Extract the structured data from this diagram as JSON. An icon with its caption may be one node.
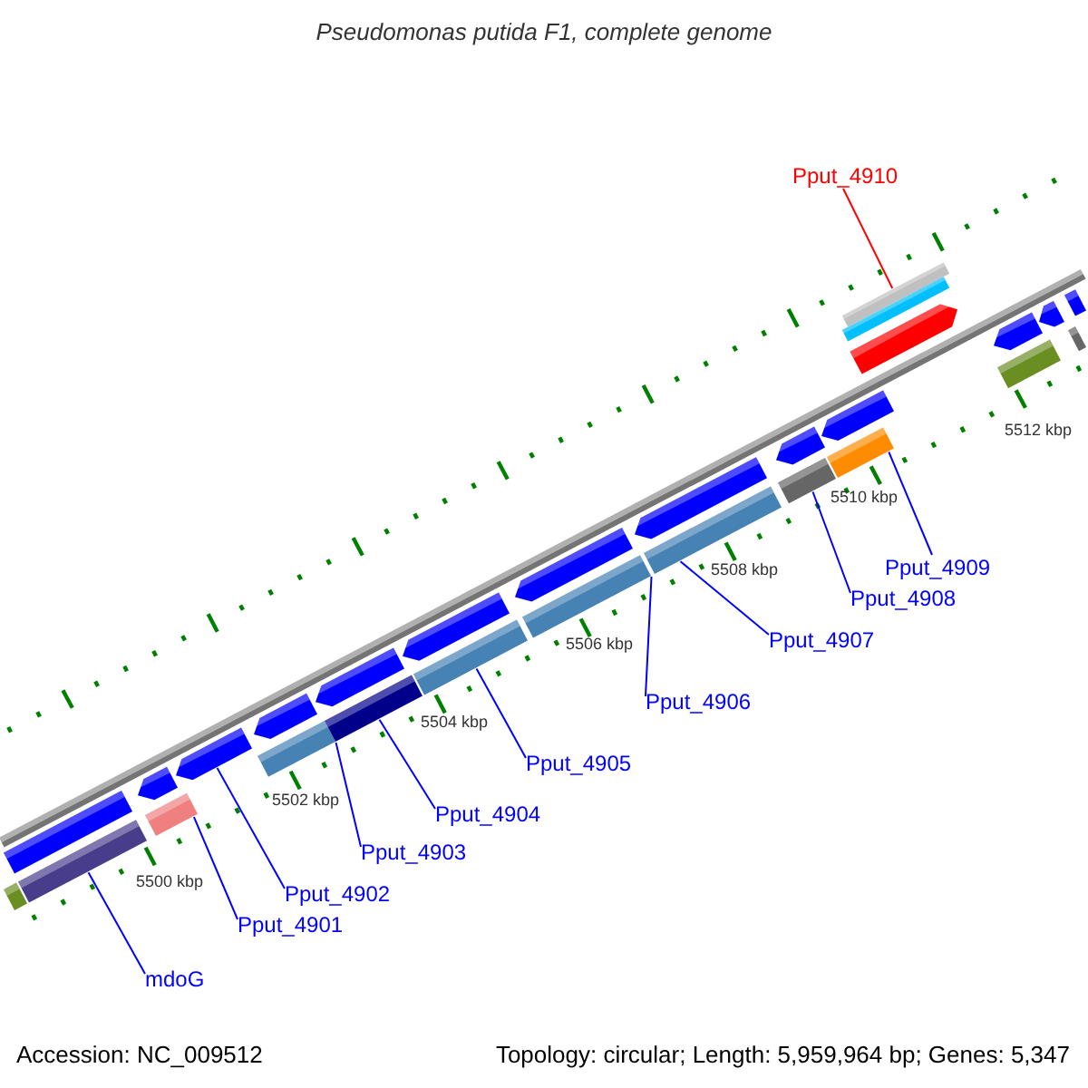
{
  "diagram": {
    "title": "Pseudomonas putida F1, complete genome",
    "nodes": [
      {
        "text": [],
        "shape": "bar"
      },
      {
        "text": [],
        "shape": "pentagon"
      },
      {
        "text": [],
        "shape": "pentagon"
      },
      {
        "text": [],
        "shape": "pentagon"
      },
      {
        "text": [],
        "shape": "pentagon"
      },
      {
        "text": [],
        "shape": "pentagon"
      },
      {
        "text": [],
        "shape": "pentagon"
      },
      {
        "text": [],
        "shape": "pentagon"
      },
      {
        "text": [],
        "shape": "pentagon"
      },
      {
        "text": [],
        "shape": "pentagon"
      },
      {
        "text": [],
        "shape": "pentagon"
      },
      {
        "text": [],
        "shape": "pentagon"
      },
      {
        "text": [],
        "shape": "bar"
      },
      {
        "text": [],
        "shape": "bar"
      },
      {
        "text": [],
        "shape": "bar"
      },
      {
        "text": [],
        "shape": "bar"
      },
      {
        "text": [],
        "shape": "bar"
      },
      {
        "text": [],
        "shape": "bar"
      },
      {
        "text": [],
        "shape": "bar"
      },
      {
        "text": [],
        "shape": "bar"
      },
      {
        "text": [],
        "shape": "bar"
      },
      {
        "text": [],
        "shape": "bar"
      },
      {
        "text": [],
        "shape": "bar"
      },
      {
        "text": [],
        "shape": "bar"
      },
      {
        "text": [],
        "shape": "bar"
      },
      {
        "text": [],
        "shape": "bar"
      },
      {
        "text": [],
        "shape": "bar"
      },
      {
        "text": [],
        "shape": "pentagon"
      },
      {
        "text": [
          "Pput_4910"
        ]
      },
      {
        "text": [
          "mdoG"
        ]
      },
      {
        "text": [
          "Pput_4901"
        ]
      },
      {
        "text": [
          "Pput_4902"
        ]
      },
      {
        "text": [
          "Pput_4903"
        ]
      },
      {
        "text": [
          "Pput_4904"
        ]
      },
      {
        "text": [
          "Pput_4905"
        ]
      },
      {
        "text": [
          "Pput_4906"
        ]
      },
      {
        "text": [
          "Pput_4907"
        ]
      },
      {
        "text": [
          "Pput_4908"
        ]
      },
      {
        "text": [
          "Pput_4909"
        ]
      }
    ],
    "edges": [
      {
        "from": 28,
        "to": 25,
        "arrow": "none",
        "color": "#ff0000"
      },
      {
        "from": 29,
        "to": 14,
        "arrow": "none"
      },
      {
        "from": 30,
        "to": 15,
        "arrow": "none"
      },
      {
        "from": 31,
        "to": 2,
        "arrow": "none"
      },
      {
        "from": 32,
        "to": 16,
        "arrow": "none"
      },
      {
        "from": 33,
        "to": 17,
        "arrow": "none"
      },
      {
        "from": 34,
        "to": 18,
        "arrow": "none"
      },
      {
        "from": 35,
        "to": 19,
        "arrow": "none"
      },
      {
        "from": 36,
        "to": 20,
        "arrow": "none"
      },
      {
        "from": 37,
        "to": 21,
        "arrow": "none"
      },
      {
        "from": 38,
        "to": 22,
        "arrow": "none"
      }
    ],
    "labels": [
      "5500 kbp",
      "5502 kbp",
      "5504 kbp",
      "5506 kbp",
      "5508 kbp",
      "5510 kbp",
      "5512 kbp",
      "Accession: NC_009512",
      "Topology: circular; Length: 5,959,964 bp; Genes: 5,347"
    ]
  }
}
